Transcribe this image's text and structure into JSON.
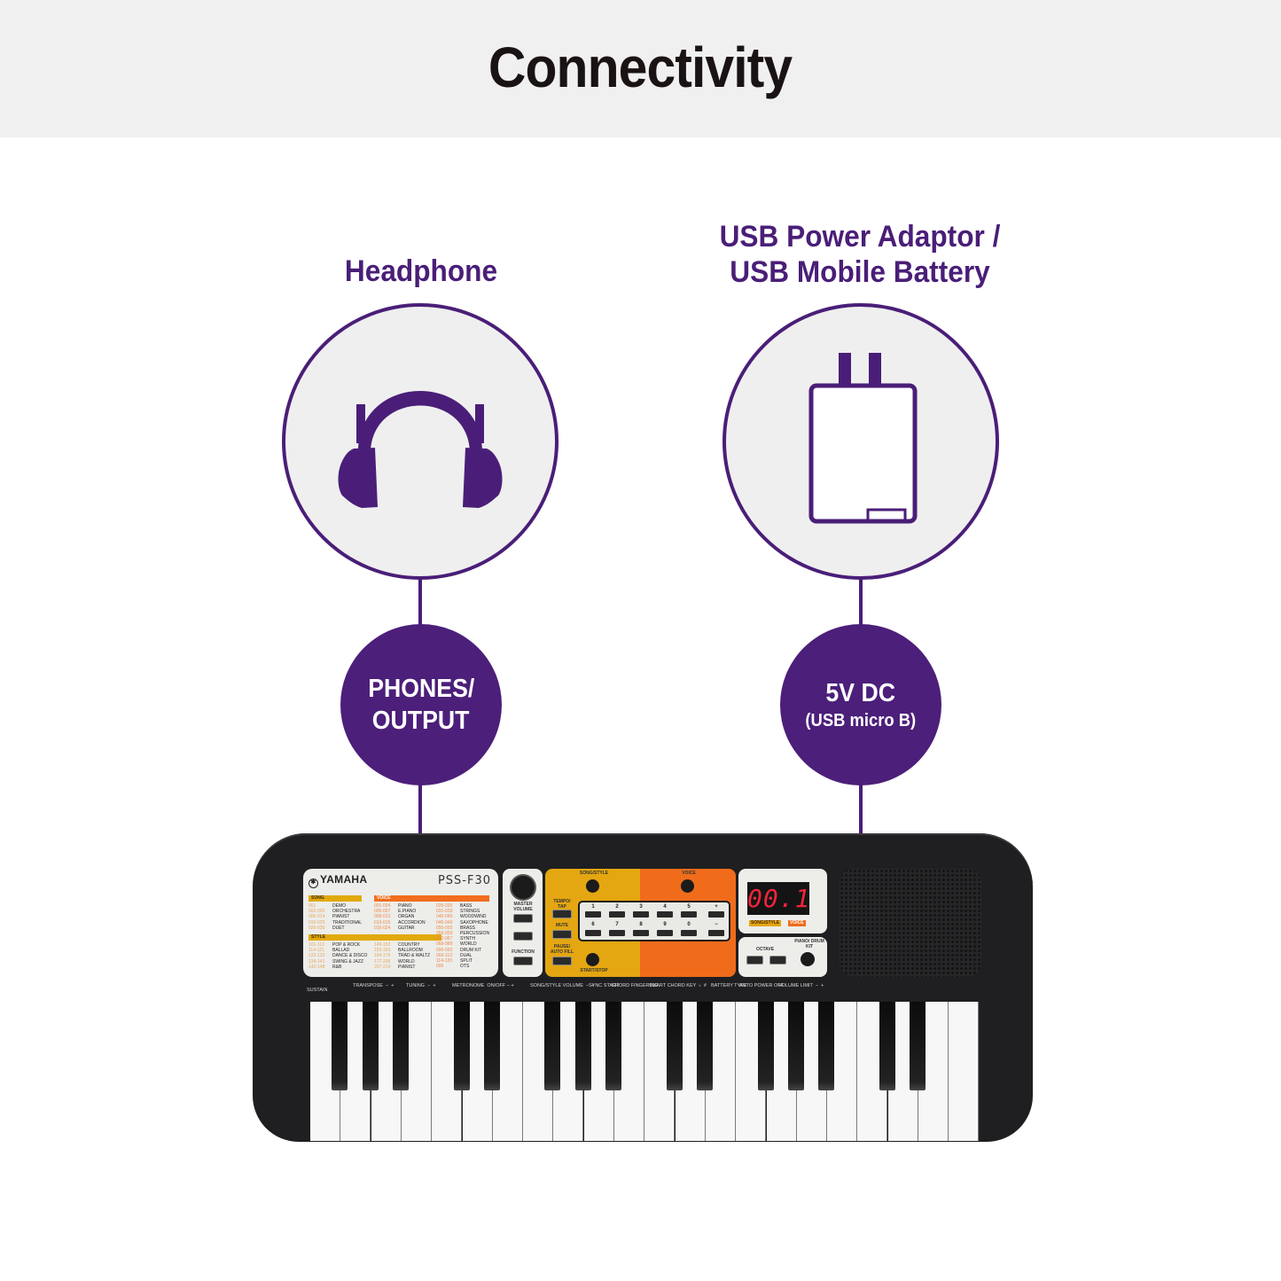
{
  "header": {
    "title": "Connectivity"
  },
  "connections": [
    {
      "title_lines": [
        "Headphone"
      ],
      "icon": "headphones-icon",
      "port_label_lines": [
        "PHONES/",
        "OUTPUT"
      ]
    },
    {
      "title_lines": [
        "USB Power Adaptor /",
        "USB Mobile Battery"
      ],
      "icon": "usb-power-adaptor-icon",
      "port_label_lines": [
        "5V DC",
        "(USB micro B)"
      ]
    }
  ],
  "colors": {
    "accent_purple": "#4a1e78",
    "header_bg": "#f0f0f0",
    "song_style_yellow": "#e4a611",
    "voice_orange": "#f06c1b",
    "led_red": "#f0243a",
    "keyboard_body": "#1f1f21"
  },
  "keyboard": {
    "brand": "YAMAHA",
    "model": "PSS-F30",
    "song_header": "SONG",
    "voice_header": "VOICE",
    "style_header": "STYLE",
    "songs": [
      {
        "num": "001",
        "name": "DEMO"
      },
      {
        "num": "002-005",
        "name": "ORCHESTRA"
      },
      {
        "num": "006-014",
        "name": "PIANIST"
      },
      {
        "num": "015-025",
        "name": "TRADITIONAL"
      },
      {
        "num": "026-030",
        "name": "DUET"
      }
    ],
    "voices_col1": [
      {
        "num": "001-004",
        "name": "PIANO"
      },
      {
        "num": "005-007",
        "name": "E.PIANO"
      },
      {
        "num": "008-012",
        "name": "ORGAN"
      },
      {
        "num": "013-015",
        "name": "ACCORDION"
      },
      {
        "num": "016-024",
        "name": "GUITAR"
      }
    ],
    "voices_col2": [
      {
        "num": "025-030",
        "name": "BASS"
      },
      {
        "num": "031-039",
        "name": "STRINGS"
      },
      {
        "num": "040-045",
        "name": "WOODWIND"
      },
      {
        "num": "046-049",
        "name": "SAXOPHONE"
      },
      {
        "num": "050-055",
        "name": "BRASS"
      },
      {
        "num": "056-059",
        "name": "PERCUSSION"
      },
      {
        "num": "060-067",
        "name": "SYNTH"
      },
      {
        "num": "068-089",
        "name": "WORLD"
      },
      {
        "num": "090-092",
        "name": "DRUM KIT"
      },
      {
        "num": "093-113",
        "name": "DUAL"
      },
      {
        "num": "114-120",
        "name": "SPLIT"
      },
      {
        "num": "000",
        "name": "OTS"
      }
    ],
    "styles_col1": [
      {
        "num": "101-113",
        "name": "POP & ROCK"
      },
      {
        "num": "114-121",
        "name": "BALLAD"
      },
      {
        "num": "122-133",
        "name": "DANCE & DISCO"
      },
      {
        "num": "134-141",
        "name": "SWING & JAZZ"
      },
      {
        "num": "142-148",
        "name": "R&B"
      }
    ],
    "styles_col2": [
      {
        "num": "149-152",
        "name": "COUNTRY"
      },
      {
        "num": "153-163",
        "name": "BALLROOM"
      },
      {
        "num": "164-176",
        "name": "TRAD & WALTZ"
      },
      {
        "num": "177-206",
        "name": "WORLD"
      },
      {
        "num": "207-214",
        "name": "PIANIST"
      }
    ],
    "controls": {
      "master_volume": "MASTER VOLUME",
      "function": "FUNCTION",
      "song_style": "SONG/STYLE",
      "tempo_tap": "TEMPO/ TAP",
      "mute": "MUTE",
      "pause_auto_fill": "PAUSE/ AUTO FILL",
      "start_stop": "START/STOP",
      "voice": "VOICE",
      "octave": "OCTAVE",
      "piano_drum_kit": "PIANO/ DRUM KIT",
      "display_song_style": "SONG/STYLE",
      "display_voice": "VOICE"
    },
    "numpad_top": [
      "1",
      "2",
      "3",
      "4",
      "5",
      "+"
    ],
    "numpad_bottom": [
      "6",
      "7",
      "8",
      "9",
      "0",
      "−"
    ],
    "display_value": "00.1",
    "functions": [
      "SUSTAIN",
      "TRANSPOSE  −  +",
      "TUNING  −  +",
      "METRONOME  ON/OFF − +",
      "SONG/STYLE VOLUME  −  +",
      "SYNC START",
      "CHORD FINGERING",
      "SMART CHORD KEY  ♭  #",
      "BATTERY TYPE",
      "AUTO POWER OFF",
      "VOLUME LIMIT  −  +"
    ],
    "white_key_count": 22
  }
}
